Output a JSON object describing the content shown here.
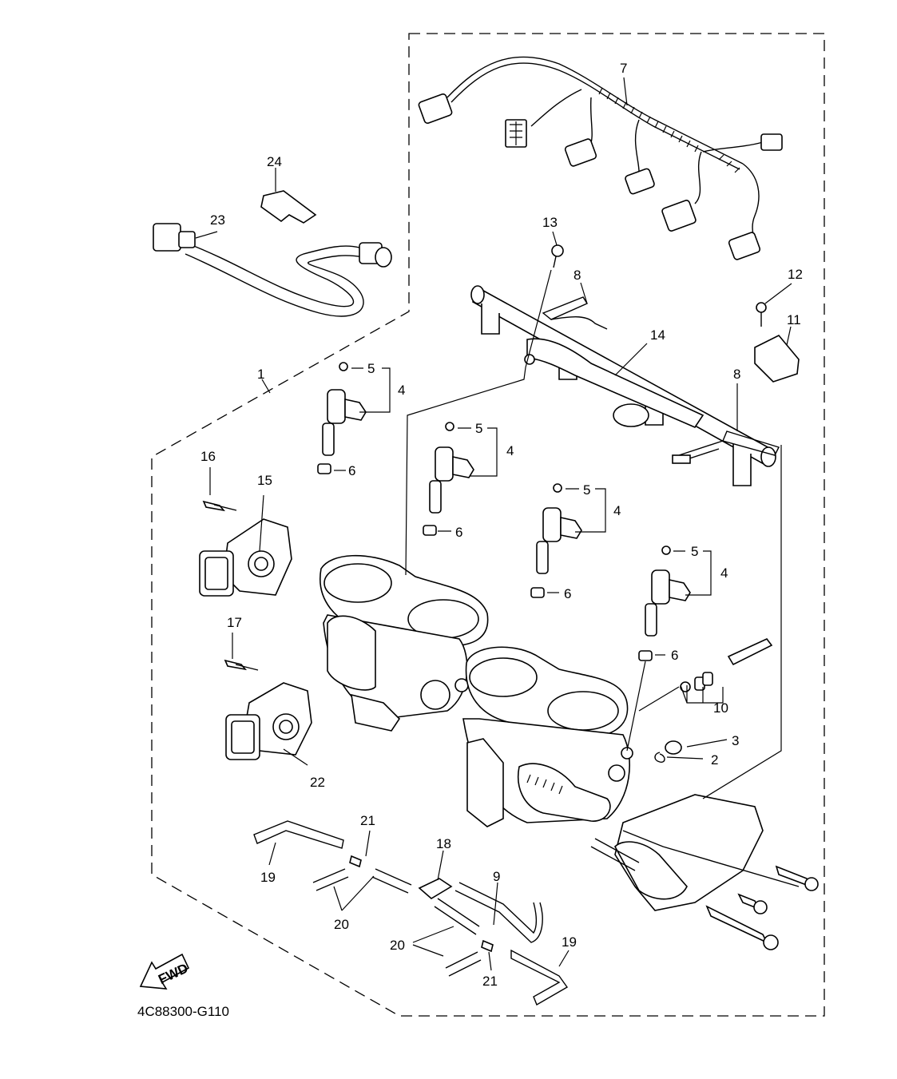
{
  "diagram": {
    "labels": [
      "1",
      "2",
      "3",
      "4",
      "5",
      "6",
      "7",
      "8",
      "9",
      "10",
      "11",
      "12",
      "13",
      "14",
      "15",
      "16",
      "17",
      "18",
      "19",
      "20",
      "21",
      "22",
      "23",
      "24"
    ],
    "fwd_text": "FWD",
    "drawing_code": "4C88300-G110"
  }
}
